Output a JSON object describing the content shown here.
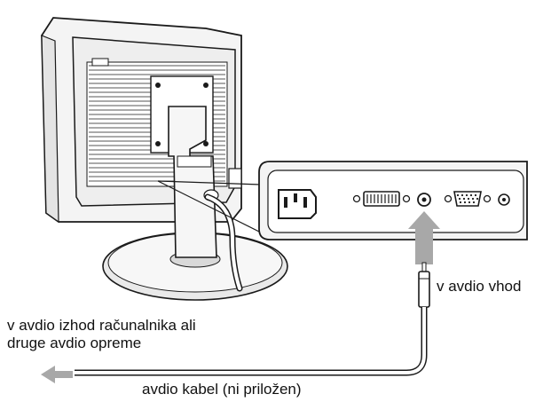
{
  "labels": {
    "audio_input": "v avdio vhod",
    "audio_output_line1": "v avdio izhod računalnika ali",
    "audio_output_line2": "druge avdio opreme",
    "audio_cable": "avdio kabel (ni priložen)"
  },
  "colors": {
    "line": "#1a1a1a",
    "body_fill": "#f4f4f4",
    "arrow_fill": "#a8a8a8",
    "grille": "#555555"
  },
  "icons": {
    "power_connector": "ac-power-inlet",
    "dvi_connector": "dvi-port",
    "vga_connector": "hd15-vga-port",
    "audio_jack": "stereo-mini-jack",
    "input_arrow": "arrow-up",
    "output_arrow": "arrow-left"
  }
}
